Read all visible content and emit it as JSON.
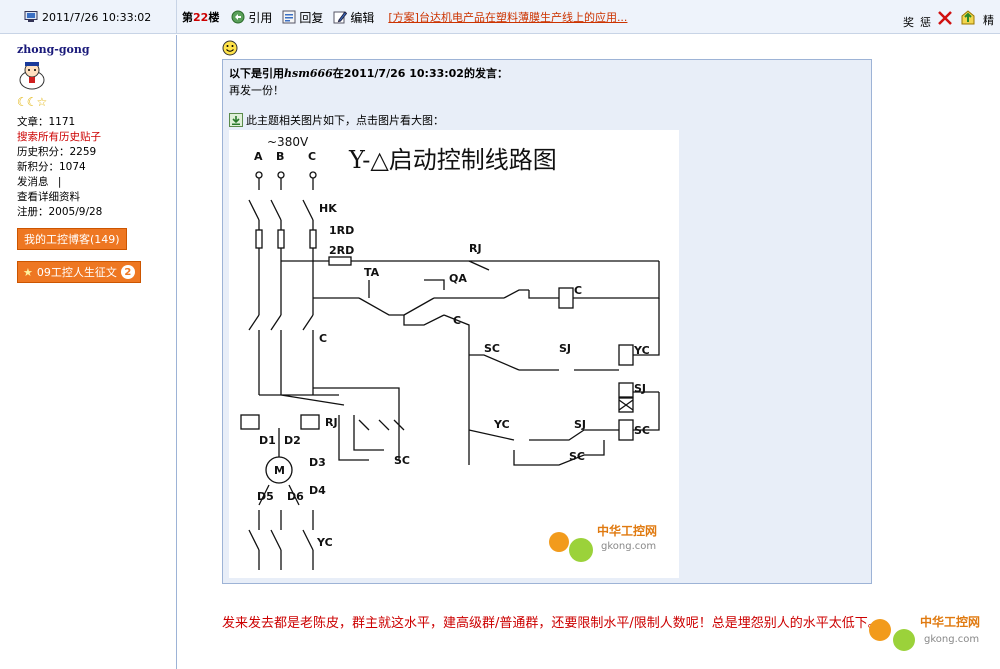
{
  "post": {
    "datetime": "2011/7/26 10:33:02",
    "floor_prefix": "第",
    "floor_number": "22",
    "floor_suffix": "楼"
  },
  "toolbar": {
    "quote_label": "引用",
    "reply_label": "回复",
    "edit_label": "编辑",
    "topic_link": "[方案]台达机电产品在塑料薄膜生产线上的应用...",
    "reward_label": "奖",
    "punish_label": "惩",
    "top_label": "精"
  },
  "user": {
    "name": "zhong-gong",
    "articles": "文章：1171",
    "history_link": "搜索所有历史贴子",
    "history_points": "历史积分：2259",
    "new_points": "新积分：1074",
    "send_message": "发消息",
    "separator": "|",
    "view_details": "查看详细资料",
    "registered": "注册：2005/9/28",
    "blog_button": "我的工控博客(149)",
    "essay_button": "09工控人生征文",
    "essay_count": "2"
  },
  "quote": {
    "prefix": "以下是引用",
    "author": "hsm666",
    "mid": "在2011/7/26 10:33:02的发言：",
    "text": "再发一份！",
    "pic_note": "此主题相关图片如下，点击图片看大图："
  },
  "diagram": {
    "title": "Y-△启动控制线路图",
    "voltage": "~380V",
    "labels": [
      "A",
      "B",
      "C",
      "HK",
      "1RD",
      "2RD",
      "RJ",
      "TA",
      "QA",
      "C",
      "C",
      "C",
      "SC",
      "SJ",
      "YC",
      "SJ",
      "YC",
      "SJ",
      "SC",
      "SC",
      "RJ",
      "D1",
      "D2",
      "D3",
      "M",
      "D4",
      "D5",
      "D6",
      "SC",
      "YC"
    ],
    "watermark_brand": "中华工控网",
    "watermark_url": "gkong.com"
  },
  "reply": {
    "text": "发来发去都是老陈皮，群主就这水平，建高级群/普通群，还要限制水平/限制人数呢！总是埋怨别人的水平太低下。"
  },
  "watermark": {
    "brand": "中华工控网",
    "url": "gkong.com"
  },
  "colors": {
    "accent_red": "#cc0000",
    "orange_button": "#ee7722",
    "quote_bg": "#e8eef8",
    "header_bg": "#eef3fb"
  }
}
